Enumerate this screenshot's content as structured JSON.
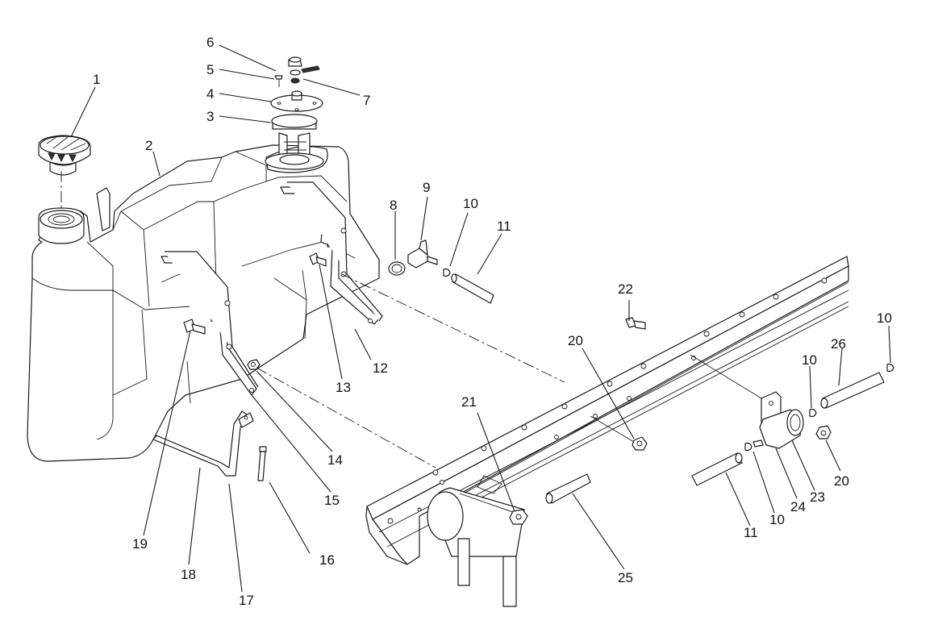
{
  "callouts": {
    "c1": "1",
    "c2": "2",
    "c3": "3",
    "c4": "4",
    "c5": "5",
    "c6": "6",
    "c7": "7",
    "c8": "8",
    "c9": "9",
    "c10a": "10",
    "c11a": "11",
    "c12": "12",
    "c13": "13",
    "c14": "14",
    "c15": "15",
    "c16": "16",
    "c17": "17",
    "c18": "18",
    "c19": "19",
    "c20a": "20",
    "c21": "21",
    "c22": "22",
    "c10b": "10",
    "c26": "26",
    "c10c": "10",
    "c20b": "20",
    "c23": "23",
    "c24": "24",
    "c10d": "10",
    "c11b": "11",
    "c25": "25"
  }
}
